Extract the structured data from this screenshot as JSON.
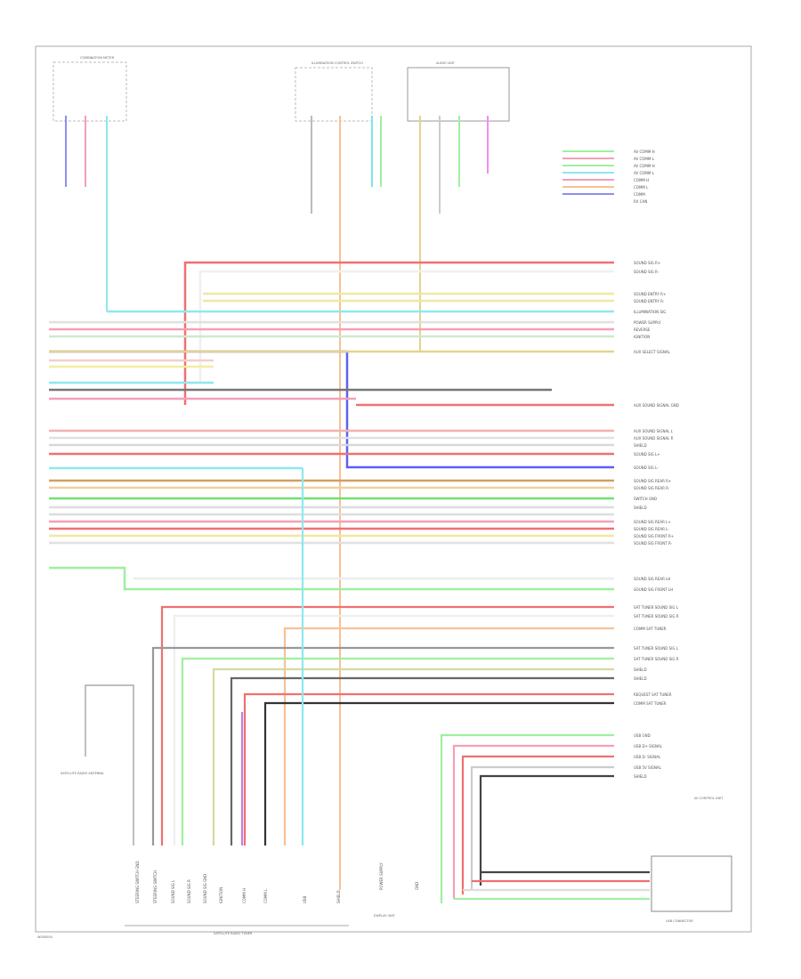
{
  "diagram": {
    "code": "W000000",
    "components": {
      "combination_meter": "COMBINATION METER",
      "illumination_control_switch": "ILLUMINATION CONTROL SWITCH",
      "unit_a": "",
      "audio_unit": "AUDIO UNIT",
      "steering_switch": "STEERING SWITCH",
      "usb_connector": "USB CONNECTOR",
      "av_control_unit": "AV CONTROL UNIT"
    },
    "right_labels": [
      "AV COMM H",
      "AV COMM L",
      "AV COMM H",
      "AV COMM L",
      "COMM H",
      "COMM L",
      "COMM",
      "RX CAN",
      "SOUND SIG R+",
      "SOUND SIG R-",
      "SOUND ENTRY R+",
      "SOUND ENTRY R-",
      "ILLUMINATION SIG",
      "POWER SUPPLY",
      "REVERSE",
      "IGNITION",
      "AUX SELECT SIGNAL",
      "AUX SOUND SIGNAL GND",
      "AUX SOUND SIGNAL L",
      "AUX SOUND SIGNAL R",
      "SHIELD",
      "SOUND SIG L+",
      "SOUND SIG L-",
      "SOUND SIG REAR R+",
      "SOUND SIG REAR R-",
      "SWITCH GND",
      "SHIELD",
      "SOUND SIG REAR L+",
      "SOUND SIG REAR L-",
      "SOUND SIG FRONT R+",
      "SOUND SIG FRONT R-",
      "SOUND SIG REAR LH",
      "SOUND SIG FRONT LH",
      "SAT TUNER SOUND SIG L",
      "SAT TUNER SOUND SIG R",
      "COMM SAT TUNER",
      "SAT TUNER SOUND SIG L",
      "SAT TUNER SOUND SIG R",
      "SHIELD",
      "SHIELD",
      "REQUEST SAT TUNER",
      "COMM SAT TUNER",
      "USB GND",
      "USB D+ SIGNAL",
      "USB D- SIGNAL",
      "USB 5V SIGNAL",
      "SHIELD"
    ],
    "bottom_labels": [
      "STEERING SWITCH GND",
      "STEERING SWITCH",
      "SOUND SIG L",
      "SOUND SIG R",
      "SOUND SIG GND",
      "IGNITION",
      "COMM H",
      "COMM L",
      "USB",
      "SHIELD",
      "POWER SUPPLY",
      "GND",
      "DISPLAY UNIT",
      "SATELLITE RADIO TUNER"
    ],
    "left_antenna_label": "SATELLITE RADIO ANTENNA"
  }
}
